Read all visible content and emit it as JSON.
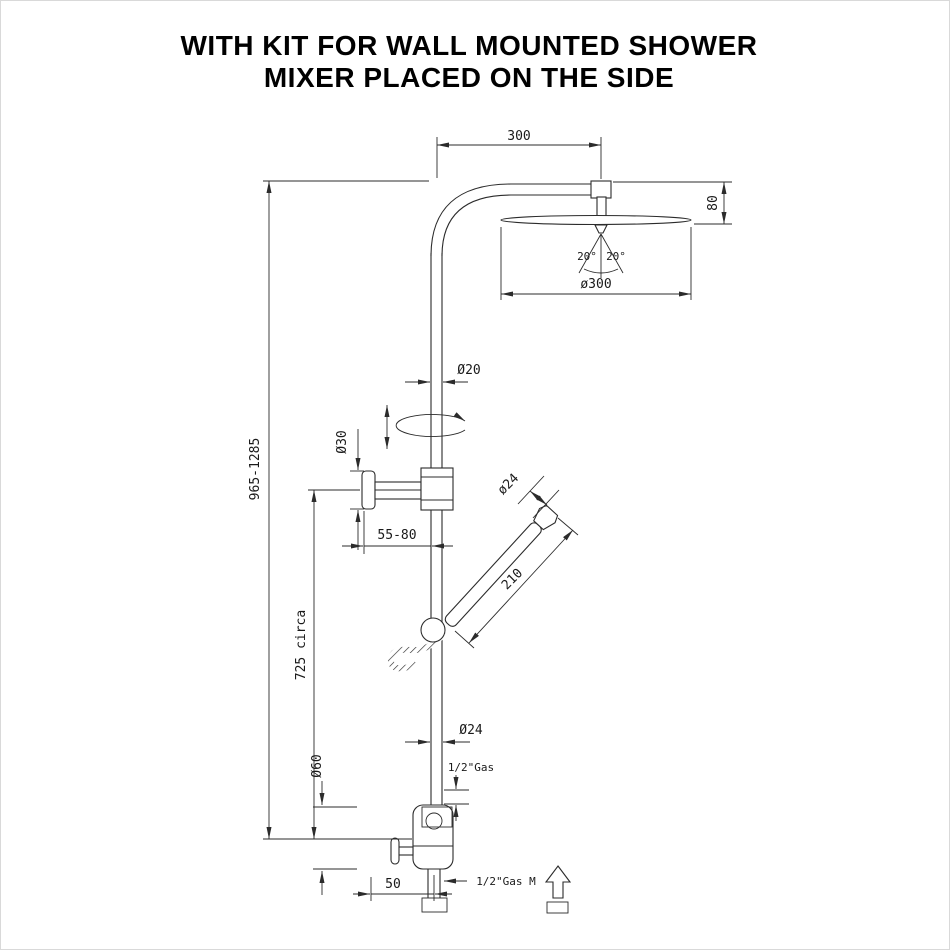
{
  "title": {
    "line1": "WITH KIT FOR WALL MOUNTED SHOWER",
    "line2": "MIXER PLACED ON THE SIDE"
  },
  "labels": {
    "top_width": "300",
    "head_drop": "80",
    "angle_left": "20°",
    "angle_right": "20°",
    "head_diameter": "ø300",
    "pipe_diameter": "Ø20",
    "bracket_flange_diameter": "Ø30",
    "total_height": "965-1285",
    "wall_clearance": "55-80",
    "handshower_diameter": "ø24",
    "handshower_length": "210",
    "lower_height": "725 circa",
    "lower_pipe_diameter": "Ø24",
    "inlet_thread": "1/2\"Gas",
    "mixer_diameter": "Ø60",
    "handle_offset": "50",
    "outlet_thread": "1/2\"Gas M"
  },
  "colors": {
    "line": "#2b2b2b",
    "text": "#1a1a1a",
    "background": "#ffffff",
    "border": "#d9d9d9"
  }
}
